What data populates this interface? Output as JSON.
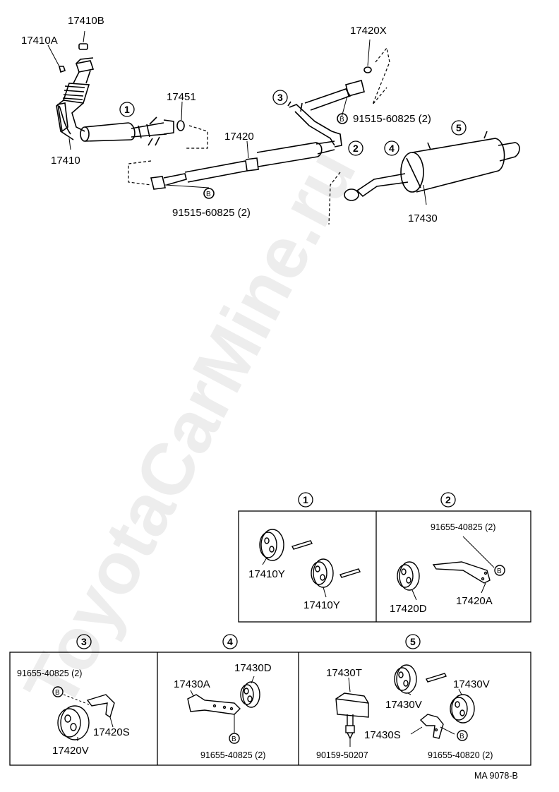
{
  "watermark": "ToyotaCarMine.ru",
  "footer_code": "MA 9078-B",
  "b_symbol": "B",
  "main": {
    "labels": {
      "p17410B": "17410B",
      "p17410A": "17410A",
      "p17410": "17410",
      "p17451": "17451",
      "p17420": "17420",
      "p91515_left": "91515-60825 (2)",
      "p17420X": "17420X",
      "p91515_right": "91515-60825 (2)",
      "p17430": "17430"
    },
    "callouts": [
      "1",
      "2",
      "3",
      "4",
      "5"
    ]
  },
  "boxes": {
    "b1": {
      "num": "1",
      "parts": [
        "17410Y",
        "17410Y"
      ]
    },
    "b2": {
      "num": "2",
      "parts": [
        "91655-40825 (2)",
        "17420D",
        "17420A"
      ]
    },
    "b3": {
      "num": "3",
      "parts": [
        "91655-40825 (2)",
        "17420S",
        "17420V"
      ]
    },
    "b4": {
      "num": "4",
      "parts": [
        "17430A",
        "17430D",
        "91655-40825 (2)"
      ]
    },
    "b5": {
      "num": "5",
      "parts": [
        "17430T",
        "17430V",
        "17430V",
        "17430S",
        "90159-50207",
        "91655-40820 (2)"
      ]
    }
  }
}
